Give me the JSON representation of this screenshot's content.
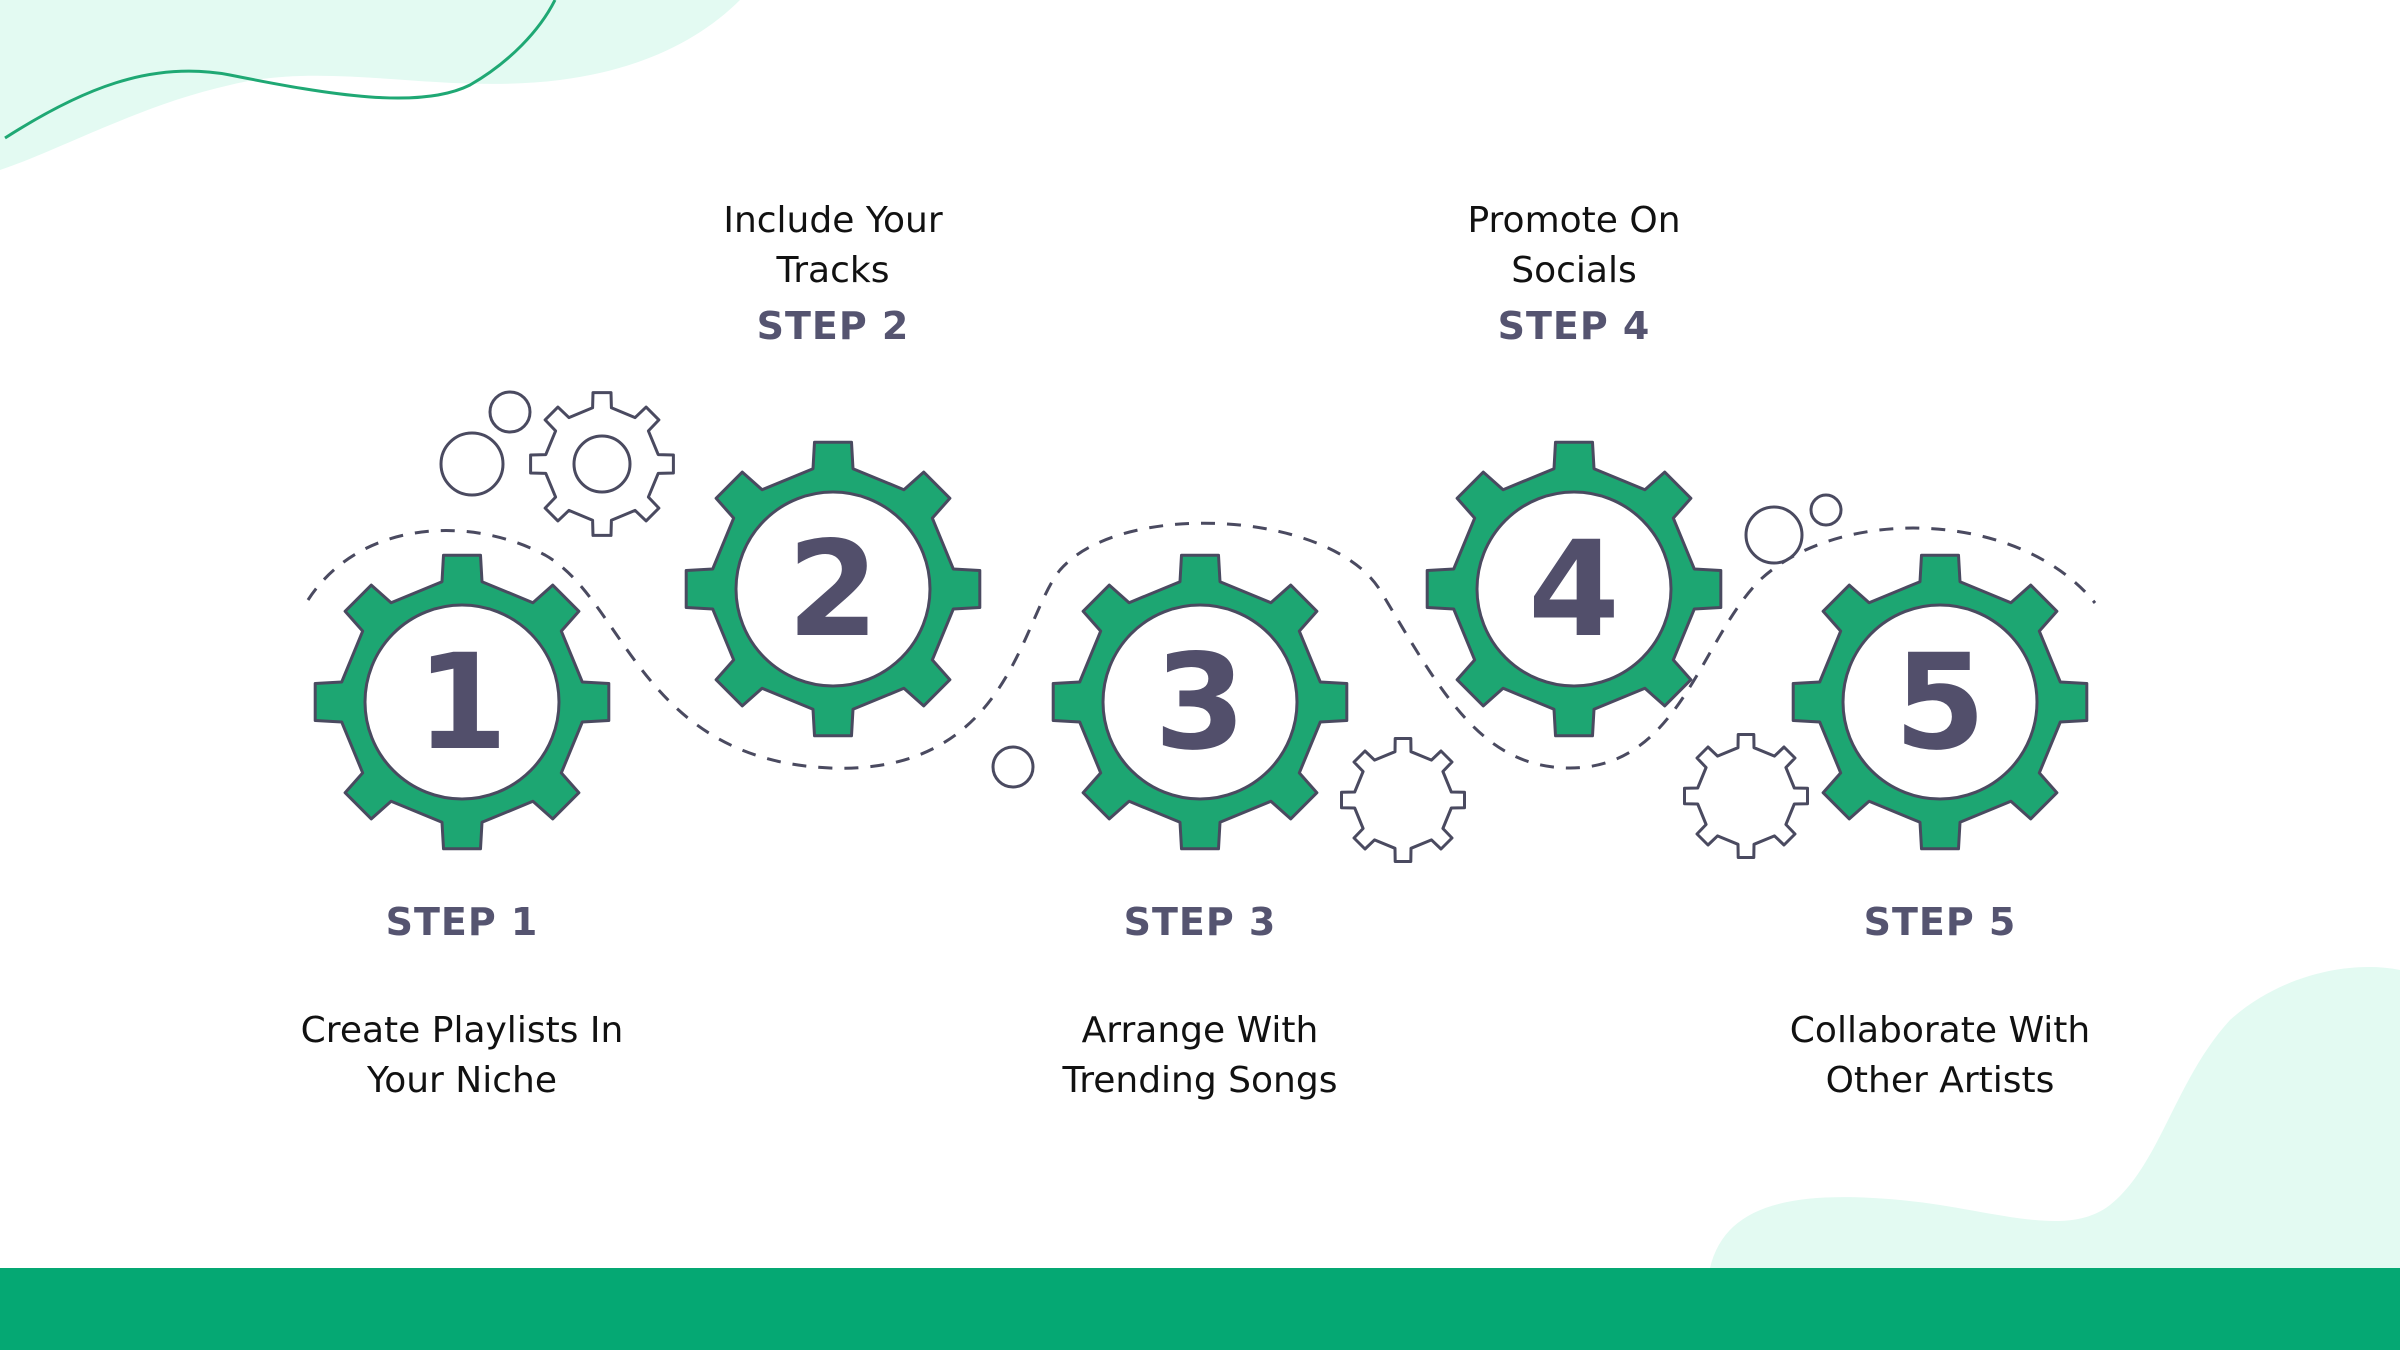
{
  "colors": {
    "accent": "#1da672",
    "outline": "#4a4a60",
    "number": "#524f6b",
    "band": "#05a873",
    "blob": "#e3faf2"
  },
  "steps": [
    {
      "number": "1",
      "label": "STEP 1",
      "desc_lines": [
        "Create Playlists In",
        "Your Niche"
      ]
    },
    {
      "number": "2",
      "label": "STEP 2",
      "desc_lines": [
        "Include Your",
        "Tracks"
      ]
    },
    {
      "number": "3",
      "label": "STEP 3",
      "desc_lines": [
        "Arrange With",
        "Trending Songs"
      ]
    },
    {
      "number": "4",
      "label": "STEP 4",
      "desc_lines": [
        "Promote On",
        "Socials"
      ]
    },
    {
      "number": "5",
      "label": "STEP 5",
      "desc_lines": [
        "Collaborate With",
        "Other Artists"
      ]
    }
  ]
}
